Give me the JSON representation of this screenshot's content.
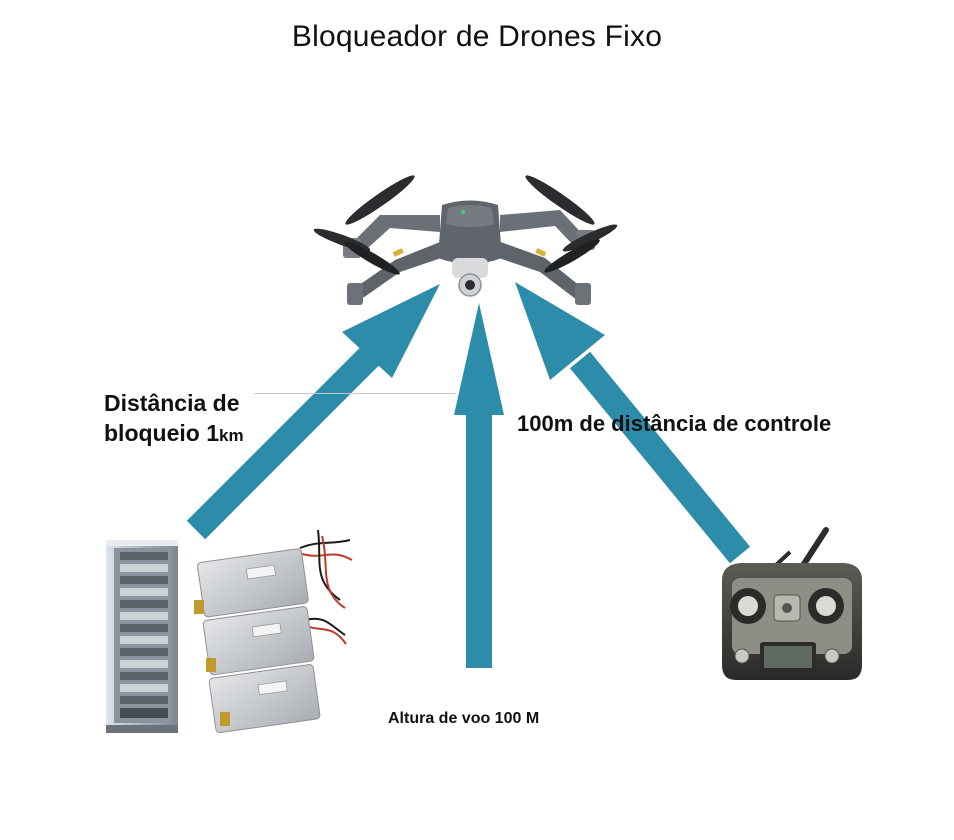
{
  "title": "Bloqueador de Drones Fixo",
  "labels": {
    "block_distance_line1": "Distância de",
    "block_distance_line2": "bloqueio 1",
    "block_distance_unit": "km",
    "control_distance": "100m de distância de controle",
    "flight_height": "Altura de voo 100 M"
  },
  "colors": {
    "arrow": "#2e8cab",
    "drone_body": "#5f656a",
    "propeller": "#2a2c2f",
    "rack": "#9aa3ad",
    "module": "#c9ccd0",
    "controller": "#3a3b38"
  },
  "icons": [
    "drone-icon",
    "server-rack-icon",
    "jammer-module-icon",
    "remote-controller-icon"
  ]
}
